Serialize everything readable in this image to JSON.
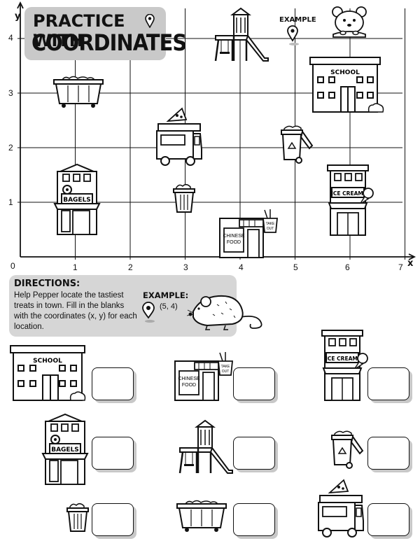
{
  "title": {
    "line1": "PRACTICE WITH",
    "line2": "COORDINATES",
    "icon": "map-pin-icon"
  },
  "grid": {
    "x_axis_label": "x",
    "y_axis_label": "y",
    "origin_label": "0",
    "x_ticks": [
      "1",
      "2",
      "3",
      "4",
      "5",
      "6",
      "7"
    ],
    "y_ticks": [
      "1",
      "2",
      "3",
      "4"
    ],
    "example_label": "EXAMPLE"
  },
  "directions": {
    "heading": "DIRECTIONS:",
    "text": "Help Pepper locate the tastiest treats in town. Fill in the blanks with the coordinates (x, y) for each location.",
    "example_heading": "EXAMPLE:",
    "example_coord": "(5, 4)"
  },
  "signs": {
    "school": "SCHOOL",
    "bagels": "BAGELS",
    "ice_cream": "ICE CREAM",
    "chinese_food_line1": "CHINESE",
    "chinese_food_line2": "FOOD",
    "take_out_line1": "TAKE",
    "take_out_line2": "OUT"
  },
  "map_items": [
    {
      "name": "playground",
      "x": 4,
      "y": 4
    },
    {
      "name": "example-pin",
      "x": 5,
      "y": 4
    },
    {
      "name": "hamster",
      "x": 6,
      "y": 4
    },
    {
      "name": "school",
      "x": 6,
      "y": 3
    },
    {
      "name": "dumpster",
      "x": 1,
      "y": 3
    },
    {
      "name": "food-truck",
      "x": 3,
      "y": 2
    },
    {
      "name": "recycling-bin",
      "x": 5,
      "y": 2
    },
    {
      "name": "bagel-shop",
      "x": 1,
      "y": 1
    },
    {
      "name": "trash-can",
      "x": 3,
      "y": 1
    },
    {
      "name": "ice-cream-shop",
      "x": 6,
      "y": 1
    },
    {
      "name": "chinese-restaurant",
      "x": 4,
      "y": 0
    }
  ],
  "questions": [
    {
      "item": "school",
      "answer": ""
    },
    {
      "item": "chinese-restaurant",
      "answer": ""
    },
    {
      "item": "ice-cream-shop",
      "answer": ""
    },
    {
      "item": "bagel-shop",
      "answer": ""
    },
    {
      "item": "playground",
      "answer": ""
    },
    {
      "item": "recycling-bin",
      "answer": ""
    },
    {
      "item": "trash-can",
      "answer": ""
    },
    {
      "item": "dumpster",
      "answer": ""
    },
    {
      "item": "food-truck",
      "answer": ""
    }
  ],
  "colors": {
    "title_bg": "#c9c9c9",
    "directions_bg": "#d6d6d6",
    "line": "#111111",
    "shadow": "#c8c8c8"
  }
}
